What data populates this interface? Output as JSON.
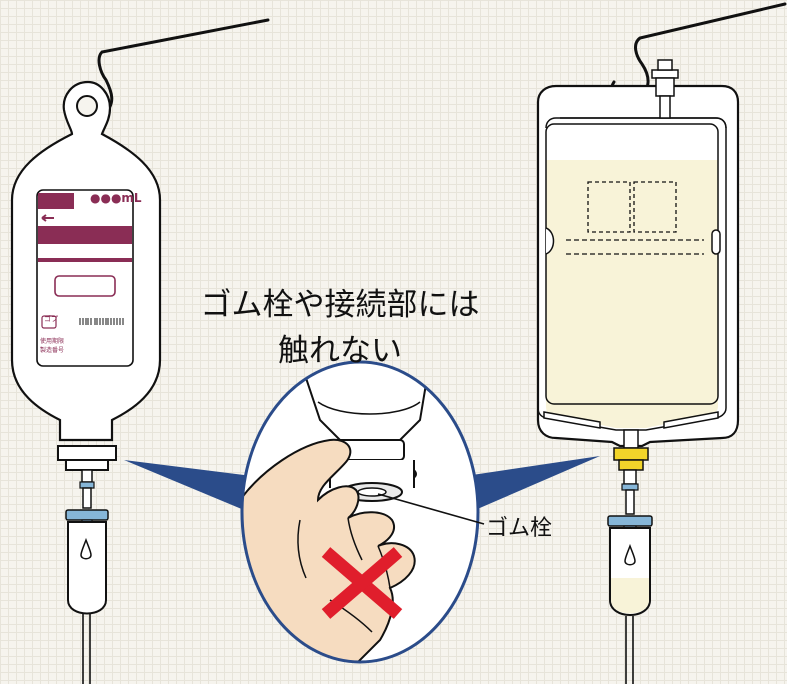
{
  "headline": {
    "line1": "ゴム栓や接続部には",
    "line2": "触れない"
  },
  "callout_label": "ゴム栓",
  "bottle_label": {
    "volume": "●●●mL",
    "code": "ゴプ",
    "line_expiry": "使用期限",
    "line_lot": "製造番号"
  },
  "colors": {
    "outline": "#111111",
    "label_band": "#8a2d55",
    "fluid": "#f8f3d8",
    "connector_yellow": "#f2d52a",
    "drip_blue": "#86b6d8",
    "callout_navy": "#2b4c8a",
    "cross_red": "#e01e2c",
    "hand": "#f6dcc0"
  }
}
